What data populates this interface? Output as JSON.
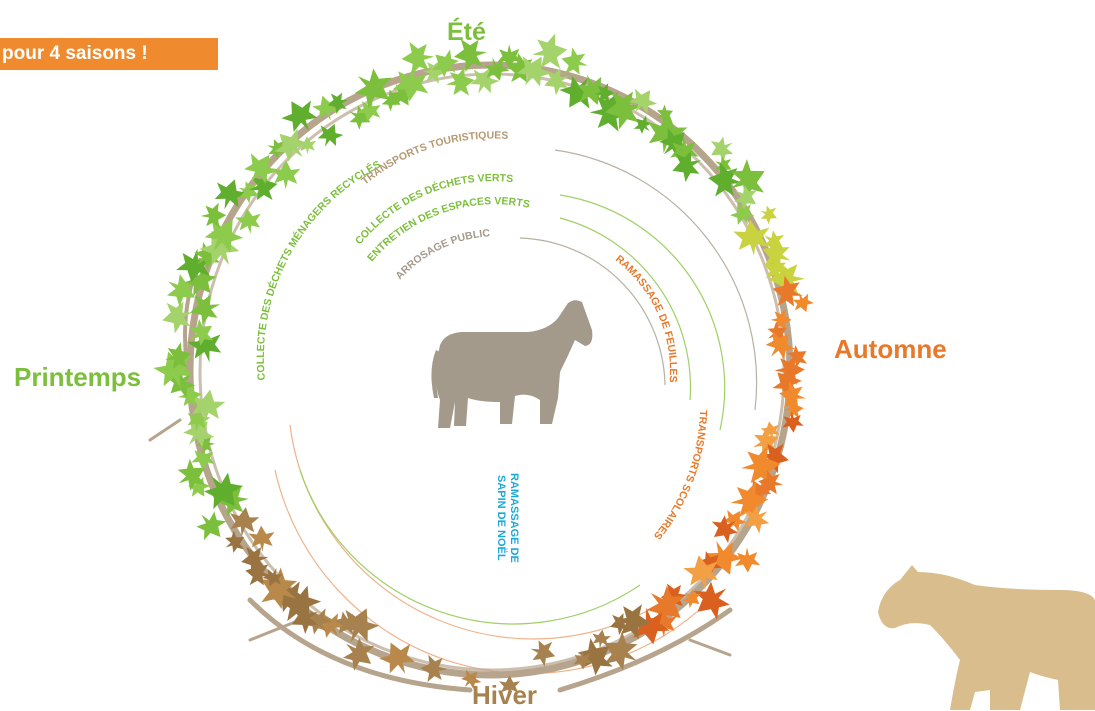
{
  "banner": {
    "text": "pour 4 saisons !"
  },
  "seasons": {
    "summer": "Été",
    "spring": "Printemps",
    "autumn": "Automne",
    "winter": "Hiver"
  },
  "services": [
    "COLLECTE DES DÉCHETS MÉNAGERS RECYCLÉS",
    "TRANSPORTS TOURISTIQUES",
    "COLLECTE DES DÉCHETS VERTS",
    "ENTRETIEN DES ESPACES VERTS",
    "ARROSAGE PUBLIC",
    "RAMASSAGE DE FEUILLES",
    "TRANSPORTS SCOLAIRES"
  ],
  "christmas_tree_pickup": "RAMASSAGE DE SAPIN DE NOËL",
  "colors": {
    "green": "#7cbf3c",
    "orange": "#e8792a",
    "brown": "#a7824f",
    "blue": "#1ba9d8",
    "horse": "#a39a8c",
    "banner": "#ef8a2e"
  },
  "icons": [
    "horse-icon",
    "horse-silhouette-icon",
    "leaf-icon",
    "branch-icon"
  ]
}
